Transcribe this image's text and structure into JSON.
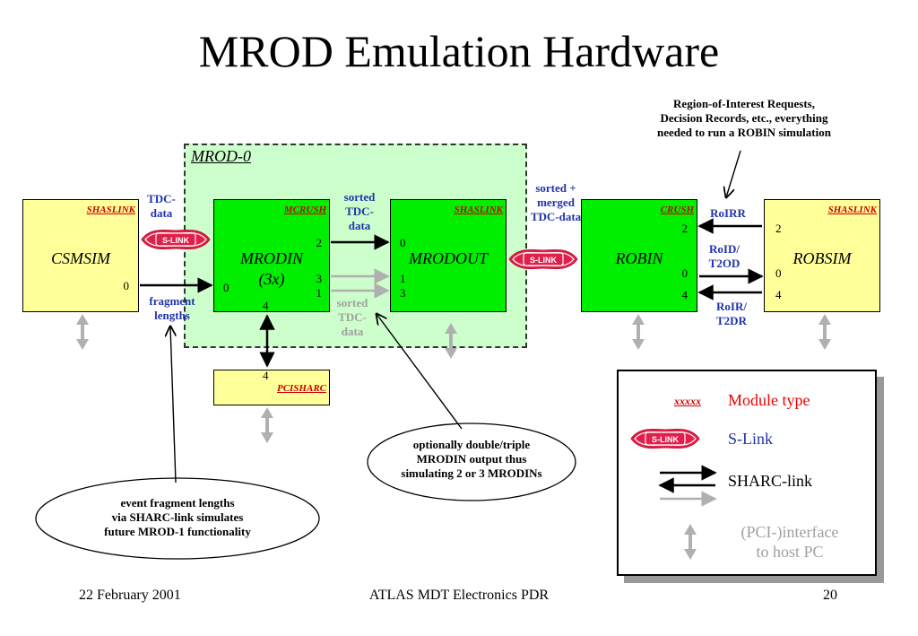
{
  "title": "MROD Emulation Hardware",
  "mrod0_label": "MROD-0",
  "roi_note": "Region-of-Interest Requests,\nDecision Records, etc., everything\nneeded to run a ROBIN simulation",
  "modules": {
    "csmsim": {
      "type": "SHASLINK",
      "name": "CSMSIM",
      "port0": "0"
    },
    "mrodin": {
      "type": "MCRUSH",
      "name": "MRODIN",
      "sub": "(3x)",
      "port0": "0",
      "port1": "1",
      "port2": "2",
      "port3": "3",
      "port4": "4"
    },
    "mrodout": {
      "type": "SHASLINK",
      "name": "MRODOUT",
      "port0": "0",
      "port1": "1",
      "port3": "3"
    },
    "robin": {
      "type": "CRUSH",
      "name": "ROBIN",
      "port0": "0",
      "port2": "2",
      "port4": "4"
    },
    "robsim": {
      "type": "SHASLINK",
      "name": "ROBSIM",
      "port0": "0",
      "port2": "2",
      "port4": "4"
    },
    "pcisharc": {
      "type": "PCISHARC",
      "port4": "4"
    }
  },
  "labels": {
    "tdc_data": "TDC-\ndata",
    "fragment_lengths": "fragment\nlengths",
    "sorted_tdc_data": "sorted\nTDC-\ndata",
    "sorted_tdc_data_gray": "sorted\nTDC-\ndata",
    "sorted_merged": "sorted +\nmerged\nTDC-data",
    "roirr": "RoIRR",
    "roid_t2od": "RoID/\nT2OD",
    "roir_t2dr": "RoIR/\nT2DR",
    "slink": "S-LINK"
  },
  "callouts": {
    "double_triple": "optionally double/triple\nMRODIN output thus\nsimulating 2 or 3 MRODINs",
    "fragment_sharc": "event fragment lengths\nvia SHARC-link simulates\nfuture MROD-1 functionality"
  },
  "legend": {
    "module_sample": "xxxxx",
    "module_type": "Module type",
    "slink": "S-Link",
    "sharc": "SHARC-link",
    "pci": "(PCI-)interface\nto host PC"
  },
  "footer": {
    "date": "22 February 2001",
    "event": "ATLAS MDT Electronics PDR",
    "page": "20"
  },
  "colors": {
    "module_yellow": "#ffff99",
    "module_green": "#00ee00",
    "mrod0_zone": "#ccffcc",
    "module_type_red": "#cc0000",
    "label_blue": "#2233aa",
    "gray_link": "#a0a0a0"
  }
}
